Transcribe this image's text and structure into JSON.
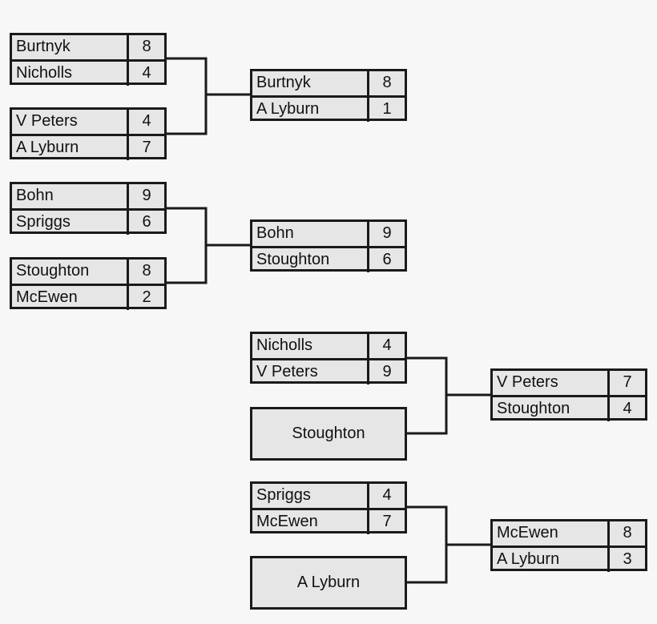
{
  "matches": [
    {
      "id": "m1",
      "players": [
        {
          "name": "Burtnyk",
          "score": "8"
        },
        {
          "name": "Nicholls",
          "score": "4"
        }
      ]
    },
    {
      "id": "m2",
      "players": [
        {
          "name": "V Peters",
          "score": "4"
        },
        {
          "name": "A Lyburn",
          "score": "7"
        }
      ]
    },
    {
      "id": "m3",
      "players": [
        {
          "name": "Bohn",
          "score": "9"
        },
        {
          "name": "Spriggs",
          "score": "6"
        }
      ]
    },
    {
      "id": "m4",
      "players": [
        {
          "name": "Stoughton",
          "score": "8"
        },
        {
          "name": "McEwen",
          "score": "2"
        }
      ]
    },
    {
      "id": "m5",
      "players": [
        {
          "name": "Burtnyk",
          "score": "8"
        },
        {
          "name": "A Lyburn",
          "score": "1"
        }
      ]
    },
    {
      "id": "m6",
      "players": [
        {
          "name": "Bohn",
          "score": "9"
        },
        {
          "name": "Stoughton",
          "score": "6"
        }
      ]
    },
    {
      "id": "m7",
      "players": [
        {
          "name": "Nicholls",
          "score": "4"
        },
        {
          "name": "V Peters",
          "score": "9"
        }
      ]
    },
    {
      "id": "m8",
      "players": [
        {
          "name": "Spriggs",
          "score": "4"
        },
        {
          "name": "McEwen",
          "score": "7"
        }
      ]
    },
    {
      "id": "m9",
      "players": [
        {
          "name": "V Peters",
          "score": "7"
        },
        {
          "name": "Stoughton",
          "score": "4"
        }
      ]
    },
    {
      "id": "m10",
      "players": [
        {
          "name": "McEwen",
          "score": "8"
        },
        {
          "name": "A Lyburn",
          "score": "3"
        }
      ]
    }
  ],
  "byes": [
    {
      "id": "b1",
      "name": "Stoughton"
    },
    {
      "id": "b2",
      "name": "A Lyburn"
    }
  ]
}
